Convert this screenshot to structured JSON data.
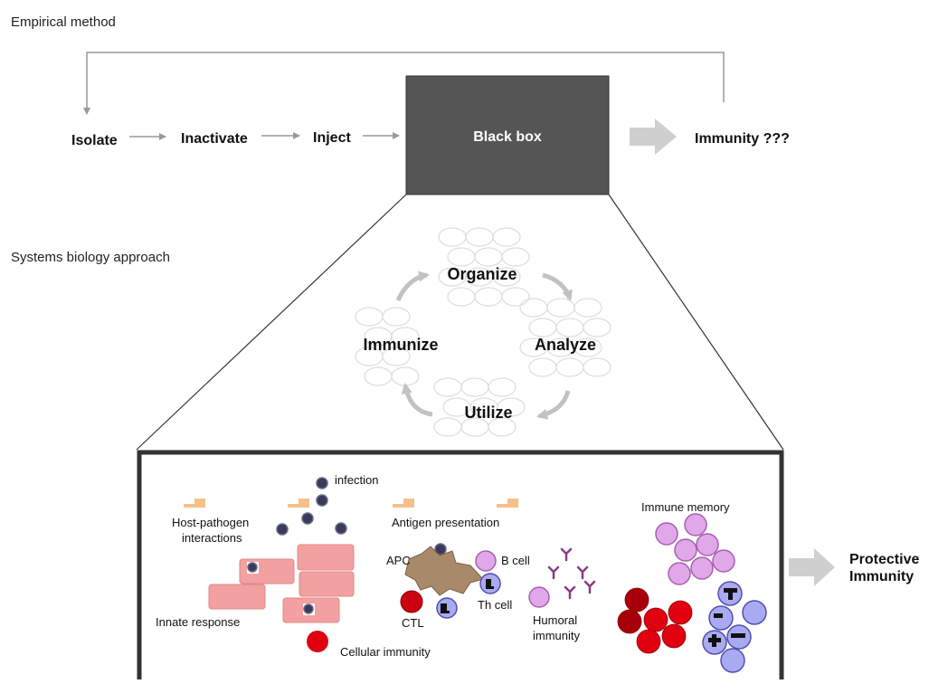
{
  "sections": {
    "empirical": "Empirical method",
    "systems": "Systems biology approach"
  },
  "empirical_flow": {
    "steps": [
      "Isolate",
      "Inactivate",
      "Inject"
    ],
    "black_box": "Black box",
    "result": "Immunity ???"
  },
  "cycle": {
    "organize": "Organize",
    "analyze": "Analyze",
    "utilize": "Utilize",
    "immunize": "Immunize"
  },
  "panel": {
    "infection": "infection",
    "host_pathogen_1": "Host-pathogen",
    "host_pathogen_2": "interactions",
    "antigen_presentation": "Antigen presentation",
    "apc": "APC",
    "b_cell": "B cell",
    "th_cell": "Th cell",
    "ctl": "CTL",
    "humoral_1": "Humoral",
    "humoral_2": "immunity",
    "innate_response": "Innate response",
    "cellular_immunity": "Cellular immunity",
    "immune_memory": "Immune memory"
  },
  "outcome": {
    "line1": "Protective",
    "line2": "Immunity"
  },
  "colors": {
    "black_box": "#555555",
    "arrow": "#999999",
    "big_arrow": "#cfcfcf",
    "innate_cell": "#f2a0a0",
    "red_cell": "#e00010",
    "dark_red_cell": "#a8000a",
    "b_cell": "#e0a8e8",
    "th_cell": "#aaaaf2",
    "apc": "#a88a6a",
    "antigen_block": "#f5c08a",
    "pathogen": "#3a3a5a",
    "antibody": "#8a3a8a",
    "panel_border": "#333333"
  }
}
